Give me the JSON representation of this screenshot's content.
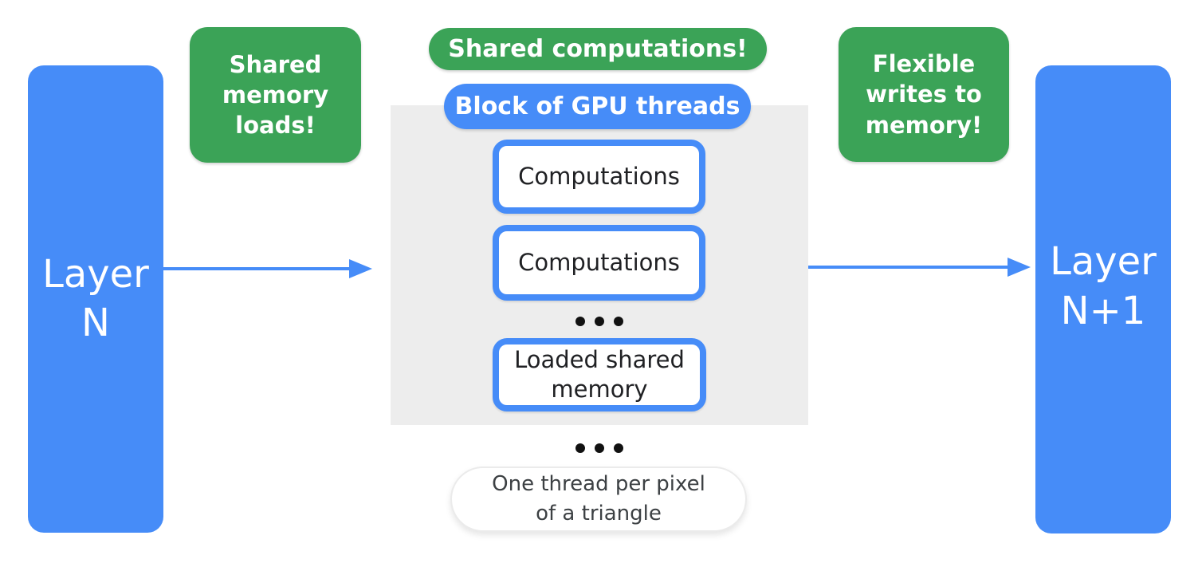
{
  "colors": {
    "blue": "#468CF8",
    "green": "#3BA357",
    "gray_block": "#EDEDED",
    "dark_text": "#202124",
    "secondary_text": "#3C4043",
    "dot": "#111111",
    "pill_border": "#EBEBEB"
  },
  "layers": {
    "left": {
      "label": "Layer\nN"
    },
    "right": {
      "label": "Layer\nN+1"
    }
  },
  "callouts": {
    "shared_memory_loads": {
      "label": "Shared\nmemory\nloads!"
    },
    "shared_computations": {
      "label": "Shared computations!"
    },
    "flexible_writes": {
      "label": "Flexible\nwrites to\nmemory!"
    }
  },
  "gpu_block": {
    "header": {
      "label": "Block of GPU threads"
    },
    "items": [
      {
        "label": "Computations"
      },
      {
        "label": "Computations"
      },
      {
        "label": "Loaded shared\nmemory"
      }
    ]
  },
  "footnote": {
    "label": "One thread per pixel\nof a triangle"
  }
}
